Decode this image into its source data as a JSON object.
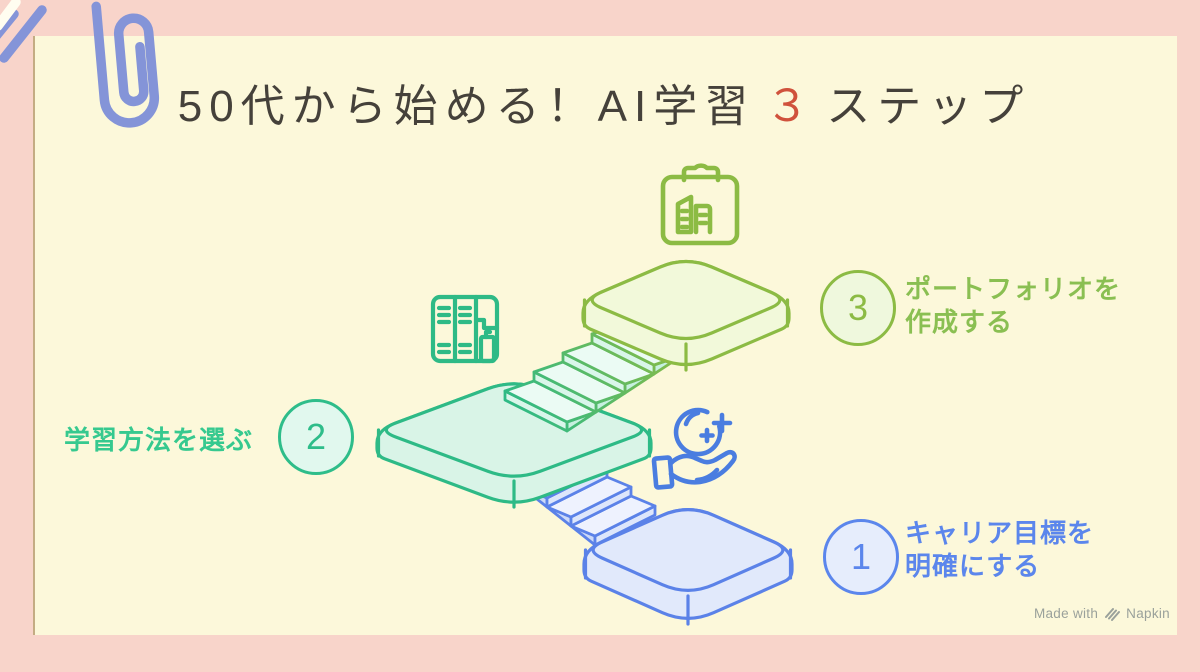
{
  "title": {
    "prefix": "50代から始める！AI学習",
    "highlight": "３",
    "suffix": "ステップ"
  },
  "steps": [
    {
      "number": "1",
      "lines": [
        "キャリア目標を",
        "明確にする"
      ]
    },
    {
      "number": "2",
      "lines": [
        "学習方法を選ぶ"
      ]
    },
    {
      "number": "3",
      "lines": [
        "ポートフォリオを",
        "作成する"
      ]
    }
  ],
  "icons": [
    {
      "name": "paperclip-icon"
    },
    {
      "name": "clipboard-checklist-icon"
    },
    {
      "name": "bookshelf-icon"
    },
    {
      "name": "hand-offer-sparkle-icon"
    },
    {
      "name": "napkin-logo-icon"
    }
  ],
  "footer": {
    "made_with": "Made with",
    "brand": "Napkin"
  },
  "colors": {
    "bg_pink": "#f8d4ca",
    "card_cream": "#fcf8da",
    "title_text": "#45413a",
    "title_accent": "#d0523c",
    "step1_blue": "#5b86ec",
    "step1_fill": "#e6edfc",
    "step2_teal": "#2ebd8a",
    "step2_label": "#36c98f",
    "step2_fill": "#e1f8ee",
    "step3_green": "#8cbb44",
    "step3_label": "#8abf52",
    "step3_fill": "#eff8dd",
    "platform_blue_stroke": "#5b82e8",
    "platform_blue_fill": "#e1e9fb",
    "platform_teal_stroke": "#2eba86",
    "platform_teal_fill": "#d9f4e7",
    "platform_green_stroke": "#8cbb44",
    "platform_green_fill": "#f2f9da",
    "stairs_blue_tread": "#eef2fe",
    "stairs_blue_riser": "#dde6fb",
    "stairs_blue_side": "#ccd9f8",
    "stairs_teal_tread": "#ebfbf4",
    "stairs_teal_riser": "#d9f6ea",
    "stairs_teal_side": "#c6f0df",
    "icon_green": "#8cbb44",
    "icon_teal": "#2eba86",
    "icon_blue": "#4a7de0",
    "paperclip": "#8494d8",
    "footer_gray": "#9aa19b"
  }
}
